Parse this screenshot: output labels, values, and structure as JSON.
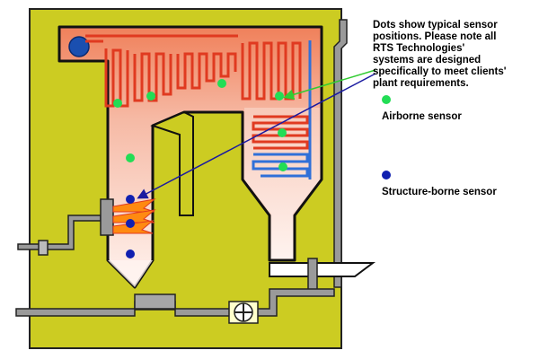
{
  "note": {
    "lines": [
      "Dots show typical sensor",
      "positions. Please note all",
      "RTS Technologies'",
      "systems are designed",
      "specifically to meet clients'",
      "plant requirements."
    ]
  },
  "legend": {
    "airborne": {
      "label": "Airborne sensor",
      "color": "#22dd55"
    },
    "structure": {
      "label": "Structure-borne sensor",
      "color": "#1020b0"
    }
  },
  "colors": {
    "casing": "#cccc22",
    "furnace_top": "#f0805a",
    "furnace_bottom": "#fff4f0",
    "superheater_tube": "#e03a20",
    "economizer_tube": "#3070d8",
    "duct": "#9a9a9a",
    "flame": "#ff8a10",
    "pointer_green": "#33cc33",
    "pointer_blue": "#1a1aa0"
  },
  "icons": [
    "fan-icon",
    "flame-icon",
    "drum-icon"
  ]
}
